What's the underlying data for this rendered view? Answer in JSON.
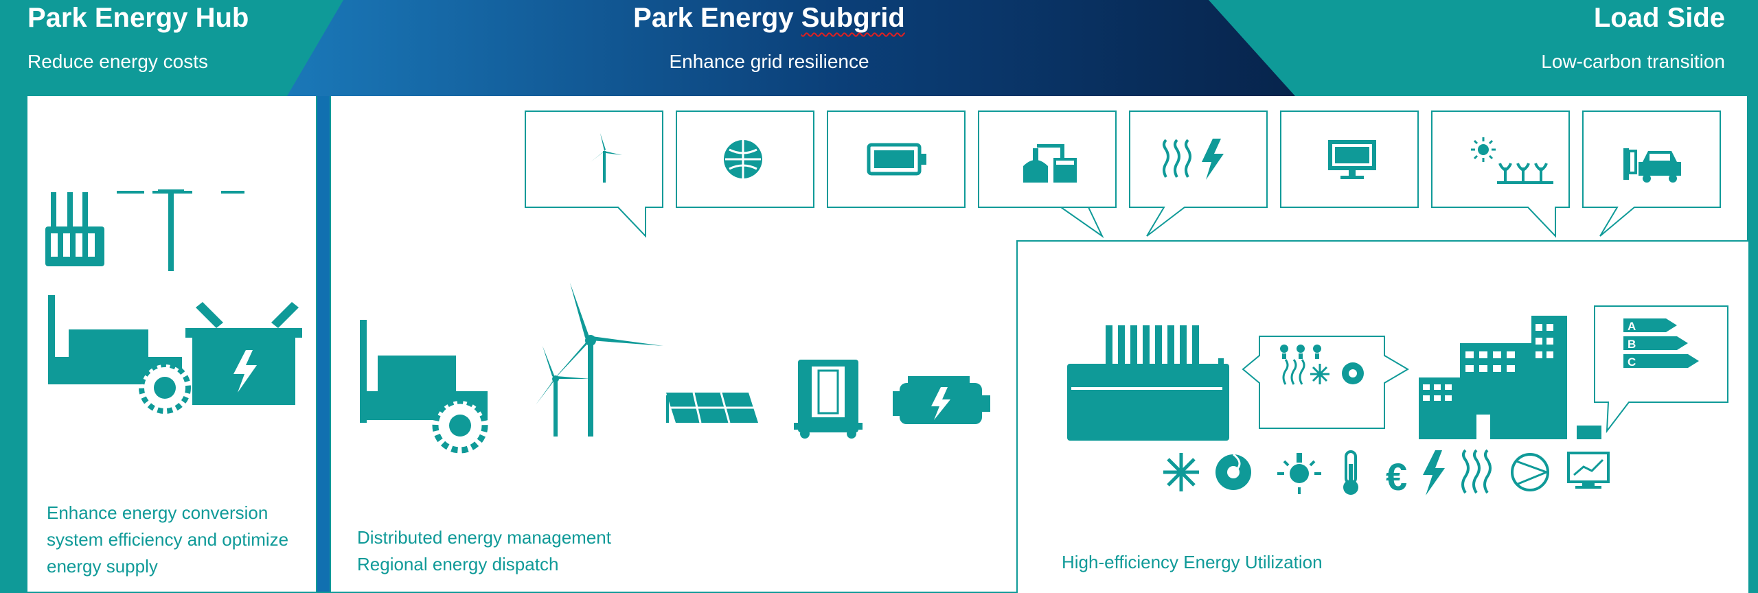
{
  "colors": {
    "teal": "#0f9a98",
    "navy": "#0a2a55",
    "blue": "#1170b0",
    "white": "#ffffff"
  },
  "header": {
    "hub": {
      "title": "Park Energy Hub",
      "subtitle": "Reduce energy costs"
    },
    "subgrid": {
      "title_part1": "Park Energy ",
      "title_part2": "Subgrid",
      "subtitle": "Enhance grid resilience"
    },
    "load": {
      "title": "Load Side",
      "subtitle": "Low-carbon transition"
    }
  },
  "panels": {
    "hub_text": [
      "Enhance energy conversion",
      "system efficiency and optimize",
      "energy supply"
    ],
    "subgrid_text": [
      "Distributed energy management",
      "Regional energy dispatch"
    ],
    "utilization_text": "High-efficiency Energy Utilization"
  },
  "callouts": [
    "wind-turbine-icon",
    "globe-icon",
    "battery-icon",
    "factory-icon",
    "heat-power-icon",
    "monitor-icon",
    "sun-crop-icon",
    "ev-charging-icon"
  ],
  "rating_labels": [
    "A",
    "B",
    "C"
  ],
  "load_icons": [
    "snowflake-icon",
    "fan-icon",
    "light-icon",
    "thermometer-icon",
    "euro-icon",
    "lightning-icon",
    "heat-icon",
    "pump-icon",
    "chart-monitor-icon"
  ]
}
